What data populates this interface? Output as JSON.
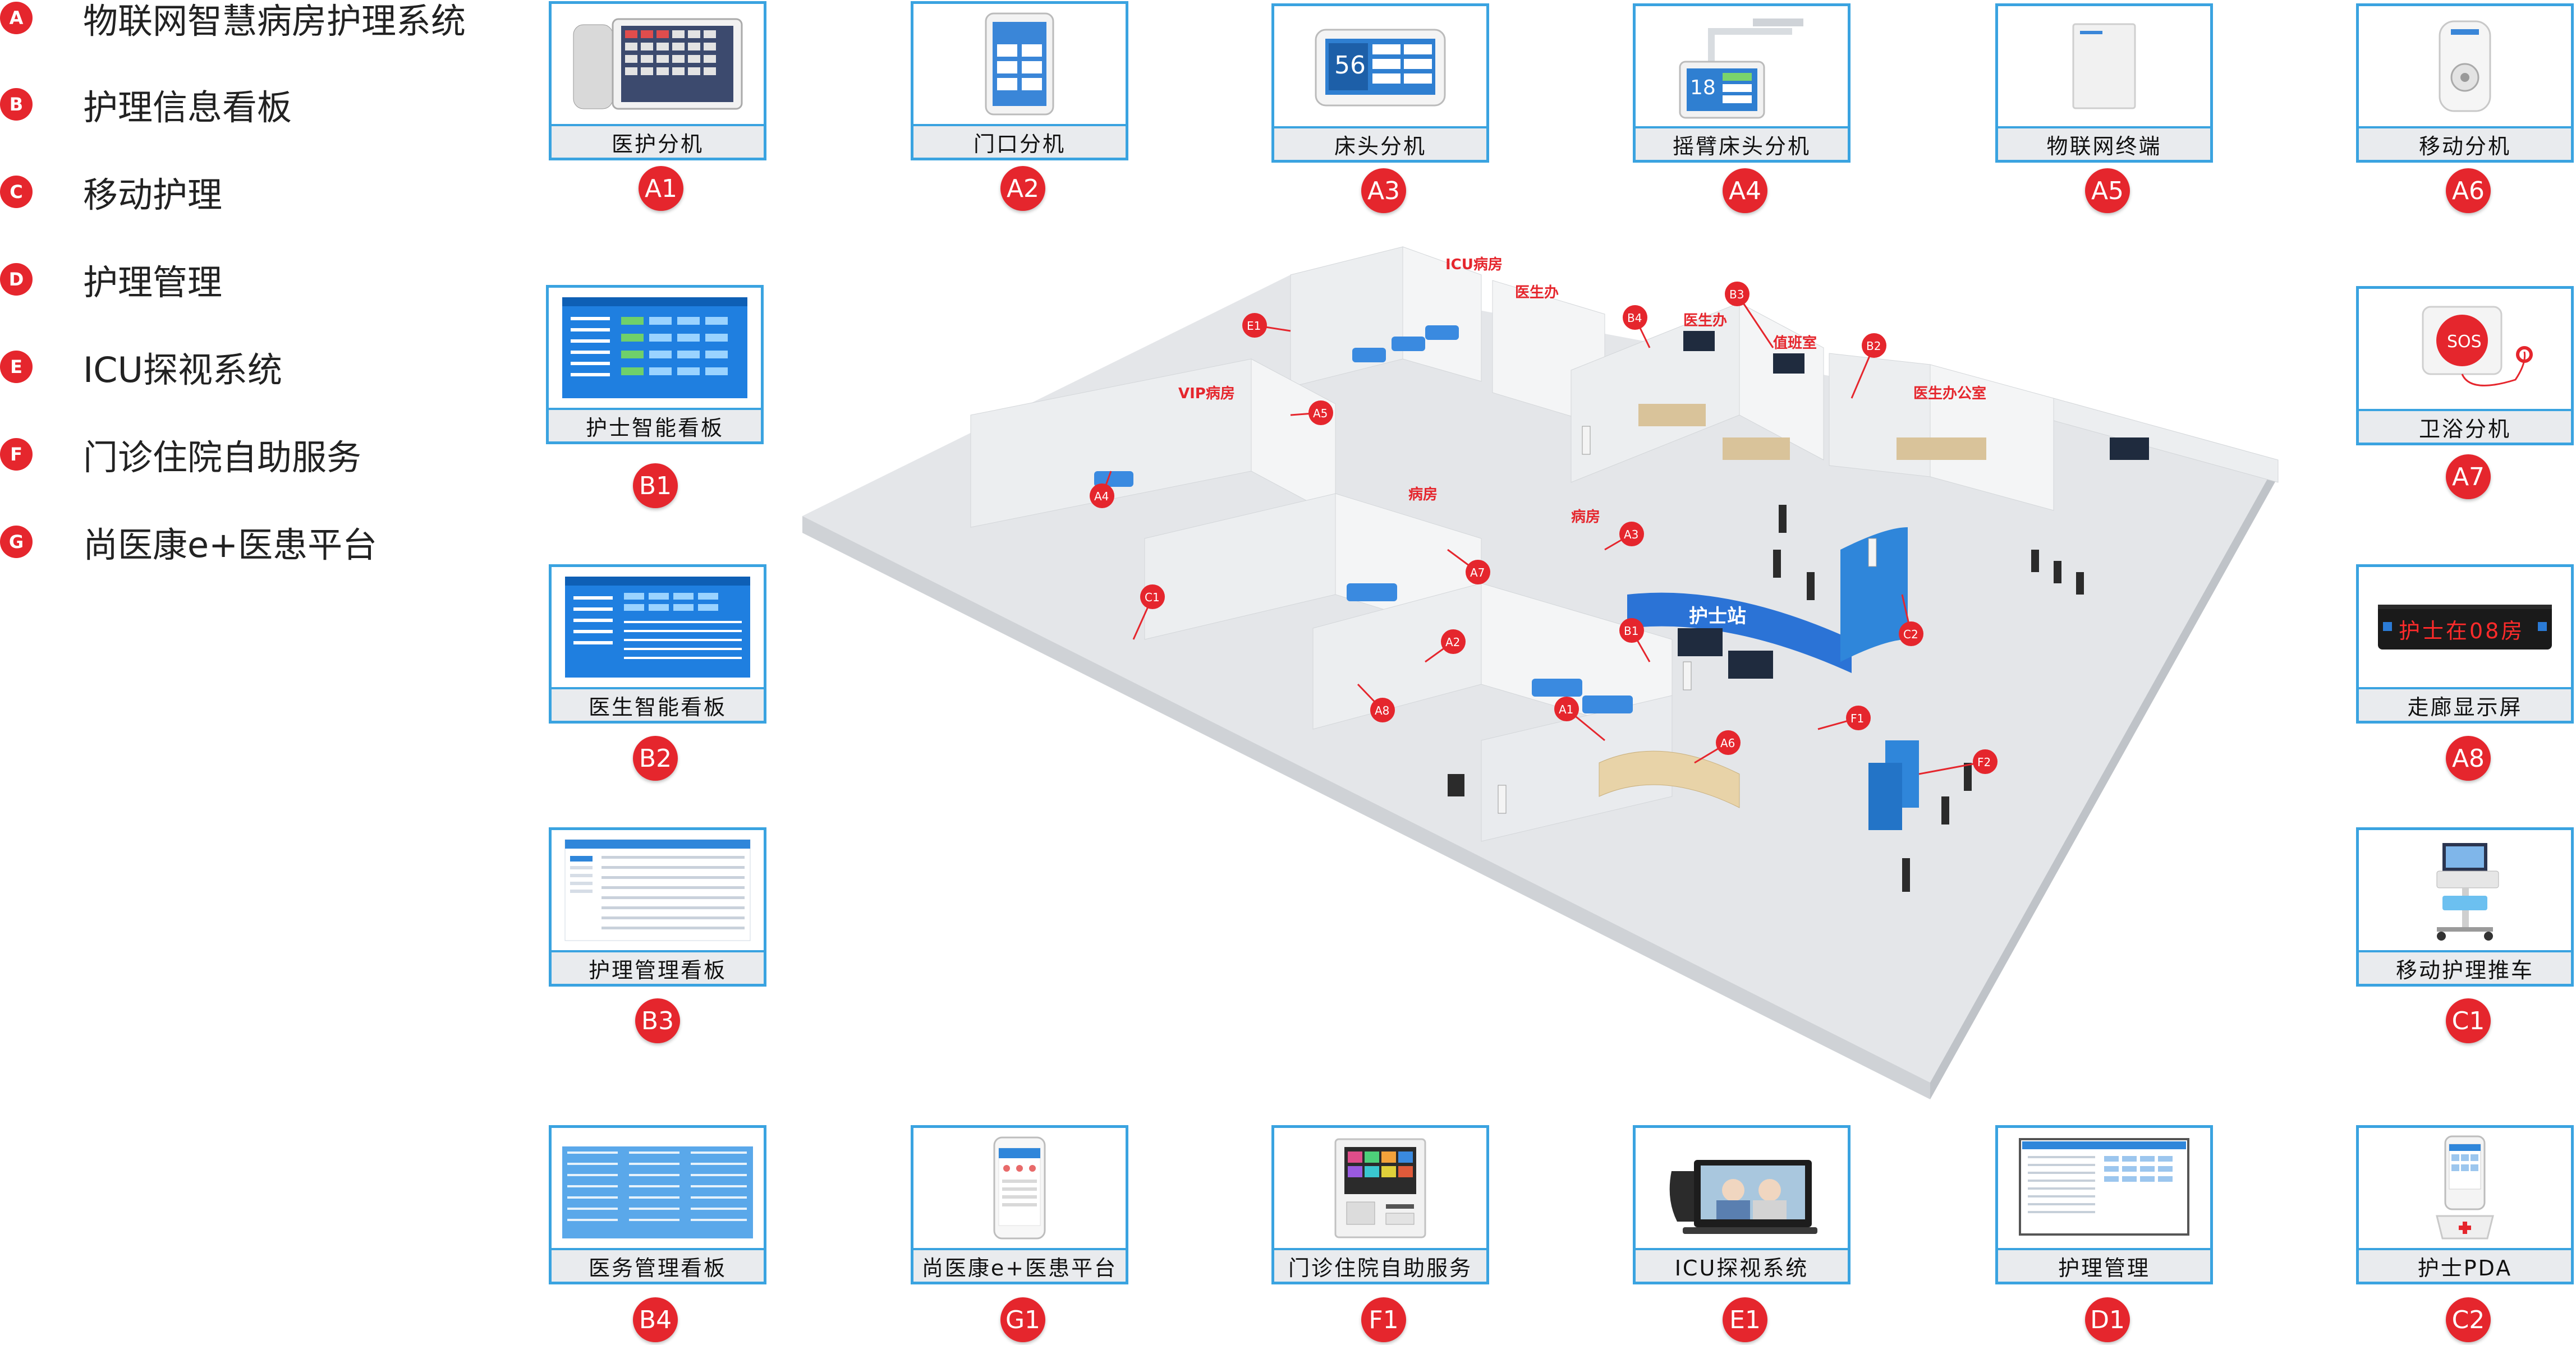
{
  "legend": [
    {
      "code": "A",
      "label": "物联网智慧病房护理系统"
    },
    {
      "code": "B",
      "label": "护理信息看板"
    },
    {
      "code": "C",
      "label": "移动护理"
    },
    {
      "code": "D",
      "label": "护理管理"
    },
    {
      "code": "E",
      "label": "ICU探视系统"
    },
    {
      "code": "F",
      "label": "门诊住院自助服务"
    },
    {
      "code": "G",
      "label": "尚医康e+医患平台"
    }
  ],
  "cards": {
    "a1": {
      "caption": "医护分机",
      "badge": "A1"
    },
    "a2": {
      "caption": "门口分机",
      "badge": "A2"
    },
    "a3": {
      "caption": "床头分机",
      "badge": "A3"
    },
    "a4": {
      "caption": "摇臂床头分机",
      "badge": "A4"
    },
    "a5": {
      "caption": "物联网终端",
      "badge": "A5"
    },
    "a6": {
      "caption": "移动分机",
      "badge": "A6"
    },
    "b1": {
      "caption": "护士智能看板",
      "badge": "B1"
    },
    "b2": {
      "caption": "医生智能看板",
      "badge": "B2"
    },
    "b3": {
      "caption": "护理管理看板",
      "badge": "B3"
    },
    "b4": {
      "caption": "医务管理看板",
      "badge": "B4"
    },
    "a7": {
      "caption": "卫浴分机",
      "badge": "A7"
    },
    "a8": {
      "caption": "走廊显示屏",
      "badge": "A8"
    },
    "c1": {
      "caption": "移动护理推车",
      "badge": "C1"
    },
    "c2": {
      "caption": "护士PDA",
      "badge": "C2"
    },
    "g1": {
      "caption": "尚医康e+医患平台",
      "badge": "G1"
    },
    "f1": {
      "caption": "门诊住院自助服务",
      "badge": "F1"
    },
    "e1": {
      "caption": "ICU探视系统",
      "badge": "E1"
    },
    "d1": {
      "caption": "护理管理",
      "badge": "D1"
    }
  },
  "screen_text": {
    "a3_number": "56",
    "a4_number": "18",
    "a7_sos": "SOS",
    "a8_display": "护士在08房"
  },
  "floor": {
    "room_labels": [
      "ICU病房",
      "VIP病房",
      "病房",
      "病房",
      "医生办",
      "医生办",
      "值班室",
      "医生办公室",
      "护士站"
    ],
    "markers": [
      "E1",
      "B4",
      "B3",
      "B2",
      "A5",
      "A4",
      "C1",
      "A7",
      "A3",
      "A2",
      "A8",
      "B1",
      "A1",
      "A6",
      "F1",
      "F2",
      "C2"
    ]
  },
  "colors": {
    "accent": "#e5262d",
    "frame": "#3aa3e0"
  }
}
